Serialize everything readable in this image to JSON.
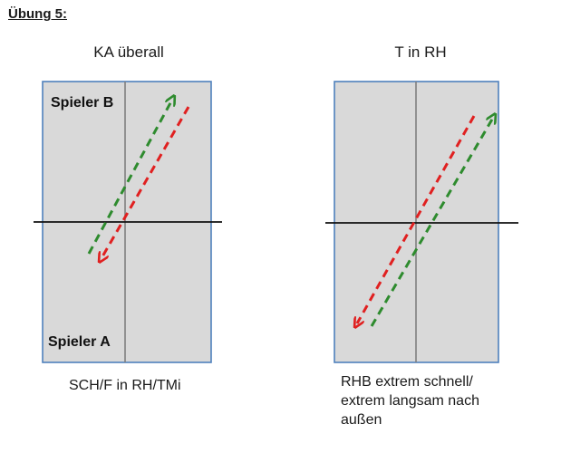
{
  "heading": "Übung 5:",
  "diagrams": [
    {
      "title": "KA überall",
      "player_top": "Spieler B",
      "player_bottom": "Spieler A",
      "caption": "SCH/F in RH/TMi"
    },
    {
      "title": "T in RH",
      "caption_lines": [
        "RHB extrem schnell/",
        "extrem langsam nach",
        "außen"
      ]
    }
  ],
  "colors": {
    "court_fill": "#d9d9d9",
    "court_border": "#4f81bd",
    "center_line": "#7f7f7f",
    "net_line": "#111111",
    "arrow_green": "#2e8b2e",
    "arrow_red": "#e02020"
  }
}
